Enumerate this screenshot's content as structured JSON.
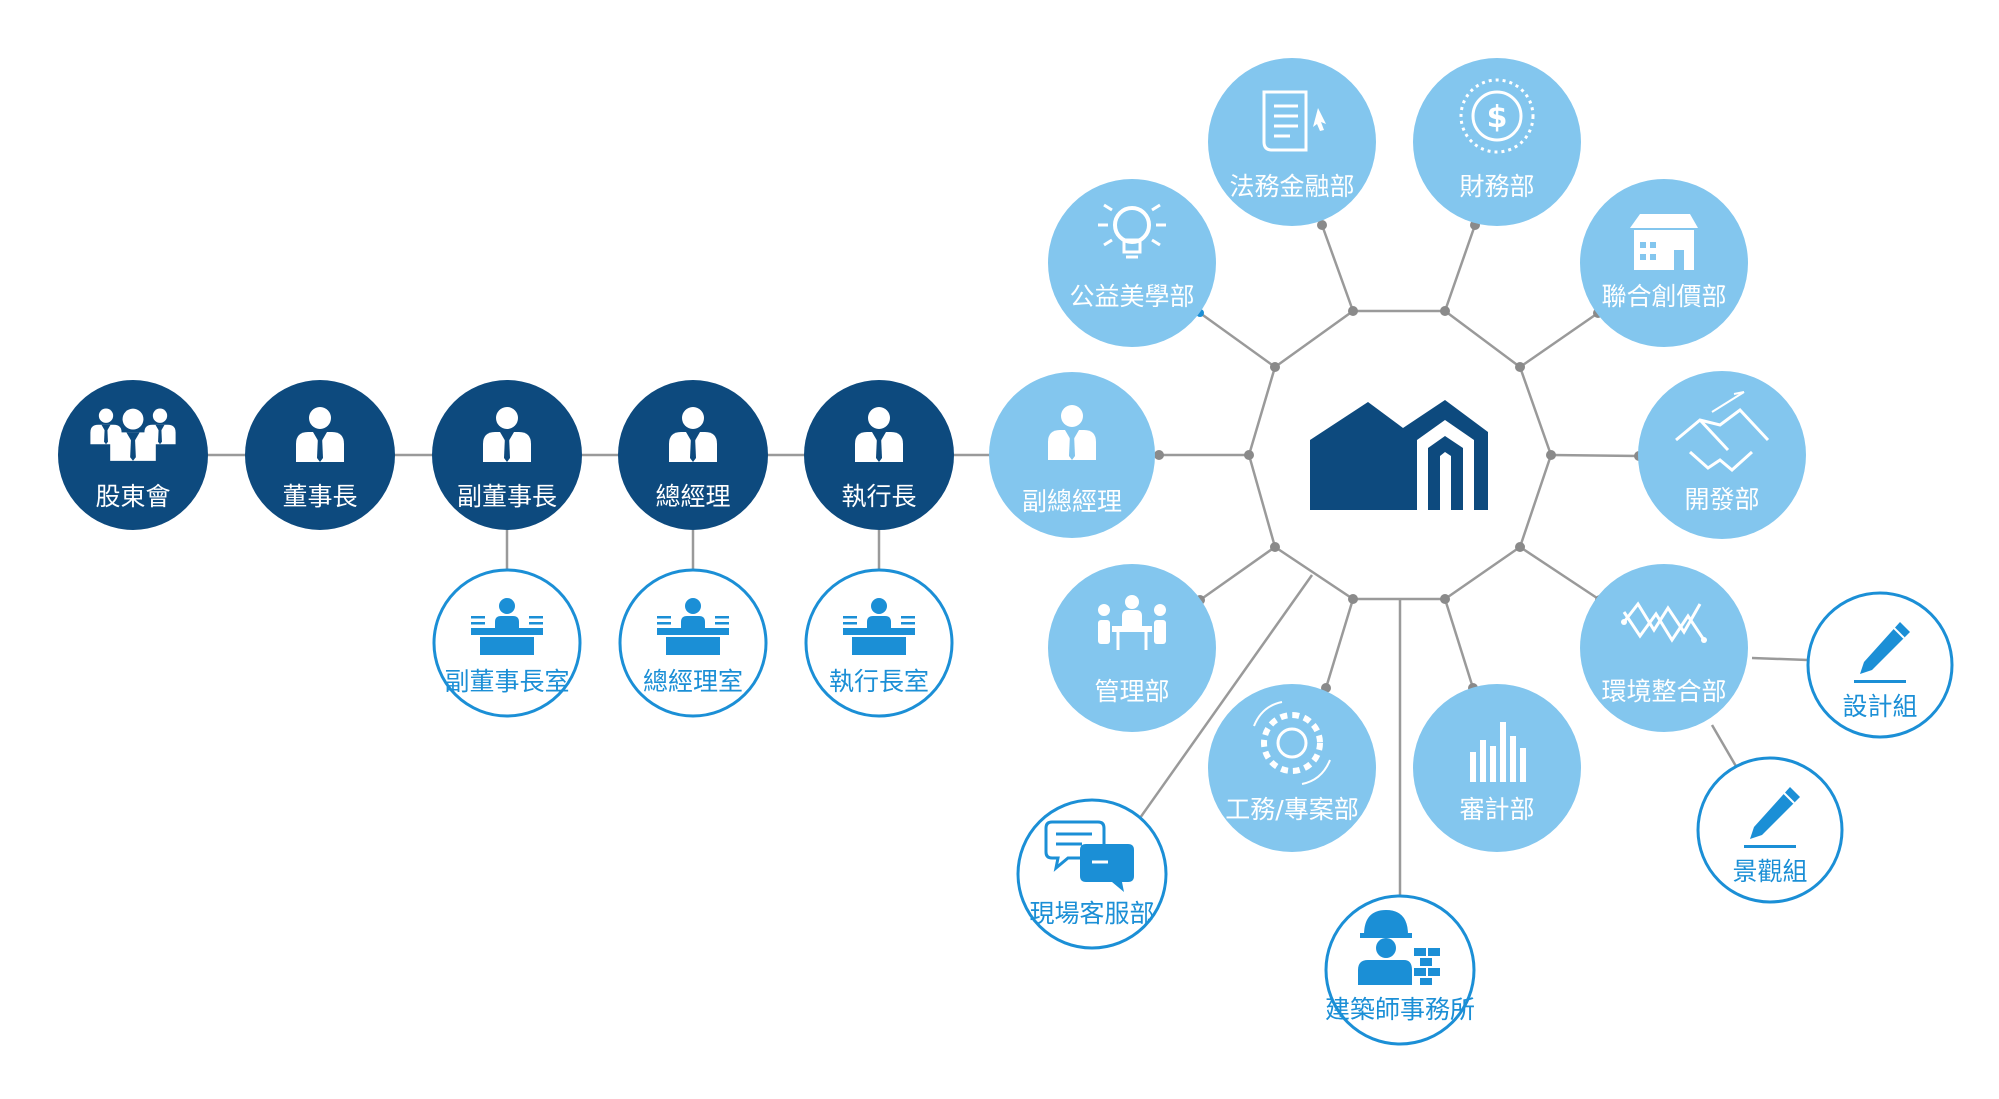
{
  "colors": {
    "dark_navy": "#0d4a7e",
    "light_blue": "#83c6ee",
    "outline_blue": "#1b8fd6",
    "connector_gray": "#9a9a9a",
    "hub_logo": "#0d4a7e"
  },
  "chain": [
    {
      "label": "股東會",
      "icon": "shareholders-group-icon"
    },
    {
      "label": "董事長",
      "icon": "person-icon"
    },
    {
      "label": "副董事長",
      "icon": "person-icon"
    },
    {
      "label": "總經理",
      "icon": "person-icon"
    },
    {
      "label": "執行長",
      "icon": "person-icon"
    }
  ],
  "offices": [
    {
      "label": "副董事長室",
      "icon": "speaker-podium-icon"
    },
    {
      "label": "總經理室",
      "icon": "speaker-podium-icon"
    },
    {
      "label": "執行長室",
      "icon": "speaker-podium-icon"
    }
  ],
  "deputy": {
    "label": "副總經理",
    "icon": "person-icon"
  },
  "hub": {
    "icon": "company-house-logo-icon"
  },
  "departments": [
    {
      "label": "公益美學部",
      "icon": "lightbulb-icon"
    },
    {
      "label": "法務金融部",
      "icon": "document-scroll-icon"
    },
    {
      "label": "財務部",
      "icon": "dollar-coin-icon"
    },
    {
      "label": "聯合創價部",
      "icon": "building-icon"
    },
    {
      "label": "開發部",
      "icon": "handshake-icon"
    },
    {
      "label": "環境整合部",
      "icon": "chart-lines-icon"
    },
    {
      "label": "審計部",
      "icon": "bar-chart-icon"
    },
    {
      "label": "工務/專案部",
      "icon": "gear-icon"
    },
    {
      "label": "管理部",
      "icon": "meeting-table-icon"
    }
  ],
  "satellites": [
    {
      "label": "設計組",
      "icon": "pen-icon"
    },
    {
      "label": "景觀組",
      "icon": "pen-icon"
    },
    {
      "label": "建築師事務所",
      "icon": "construction-worker-icon"
    },
    {
      "label": "現場客服部",
      "icon": "chat-bubbles-icon"
    }
  ]
}
